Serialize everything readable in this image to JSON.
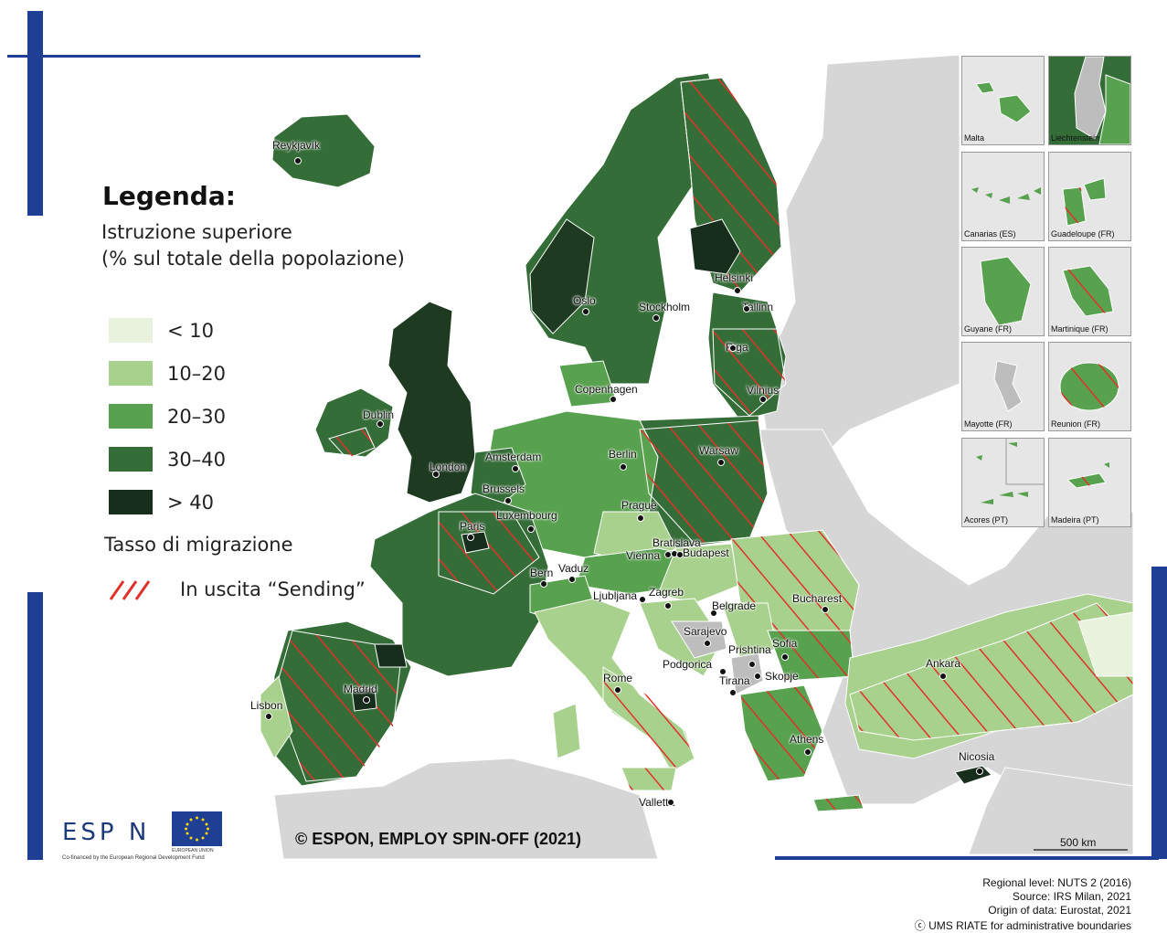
{
  "legend": {
    "title": "Legenda:",
    "subtitle_line1": "Istruzione superiore",
    "subtitle_line2": "(% sul totale della popolazione)",
    "classes": [
      {
        "label": "< 10",
        "color": "#e8f2dc"
      },
      {
        "label": "10–20",
        "color": "#a9d18e"
      },
      {
        "label": "20–30",
        "color": "#58a14f"
      },
      {
        "label": "30–40",
        "color": "#356d38"
      },
      {
        "label": "> 40",
        "color": "#172e1c"
      }
    ],
    "migration_title": "Tasso di migrazione",
    "sending_label": "In uscita “Sending”",
    "hatch_color": "#e0312a"
  },
  "cities": [
    {
      "name": "Reykjavík"
    },
    {
      "name": "Dublin"
    },
    {
      "name": "London"
    },
    {
      "name": "Amsterdam"
    },
    {
      "name": "Brussels"
    },
    {
      "name": "Luxembourg"
    },
    {
      "name": "Paris"
    },
    {
      "name": "Bern"
    },
    {
      "name": "Vaduz"
    },
    {
      "name": "Oslo"
    },
    {
      "name": "Stockholm"
    },
    {
      "name": "Helsinki"
    },
    {
      "name": "Tallinn"
    },
    {
      "name": "Riga"
    },
    {
      "name": "Vilnius"
    },
    {
      "name": "Copenhagen"
    },
    {
      "name": "Berlin"
    },
    {
      "name": "Warsaw"
    },
    {
      "name": "Prague"
    },
    {
      "name": "Bratislava"
    },
    {
      "name": "Vienna"
    },
    {
      "name": "Budapest"
    },
    {
      "name": "Ljubljana"
    },
    {
      "name": "Zagreb"
    },
    {
      "name": "Belgrade"
    },
    {
      "name": "Bucharest"
    },
    {
      "name": "Sarajevo"
    },
    {
      "name": "Podgorica"
    },
    {
      "name": "Prishtina"
    },
    {
      "name": "Sofia"
    },
    {
      "name": "Tirana"
    },
    {
      "name": "Skopje"
    },
    {
      "name": "Athens"
    },
    {
      "name": "Ankara"
    },
    {
      "name": "Nicosia"
    },
    {
      "name": "Rome"
    },
    {
      "name": "Valletta"
    },
    {
      "name": "Madrid"
    },
    {
      "name": "Lisbon"
    }
  ],
  "insets": [
    {
      "label": "Malta"
    },
    {
      "label": "Liechtenstein"
    },
    {
      "label": "Canarias (ES)"
    },
    {
      "label": "Guadeloupe (FR)"
    },
    {
      "label": "Guyane (FR)"
    },
    {
      "label": "Martinique (FR)"
    },
    {
      "label": "Mayotte (FR)"
    },
    {
      "label": "Reunion (FR)"
    },
    {
      "label": "Acores (PT)"
    },
    {
      "label": "Madeira (PT)"
    }
  ],
  "copyright": "© ESPON, EMPLOY SPIN-OFF (2021)",
  "scale_label": "500 km",
  "source_lines": [
    "Regional level: NUTS 2 (2016)",
    "Source: IRS Milan, 2021",
    "Origin of data: Eurostat, 2021",
    "ⓒ UMS RIATE for administrative boundaries"
  ],
  "logo": {
    "espon": "ESP N",
    "espon_sub": "Co-financed by the European Regional Development Fund",
    "eu_sub": "EUROPEAN UNION"
  },
  "colors": {
    "frame_blue": "#1f3f94",
    "background_land": "#d6d6d6",
    "sea": "#ffffff",
    "no_data": "#bdbdbd"
  }
}
